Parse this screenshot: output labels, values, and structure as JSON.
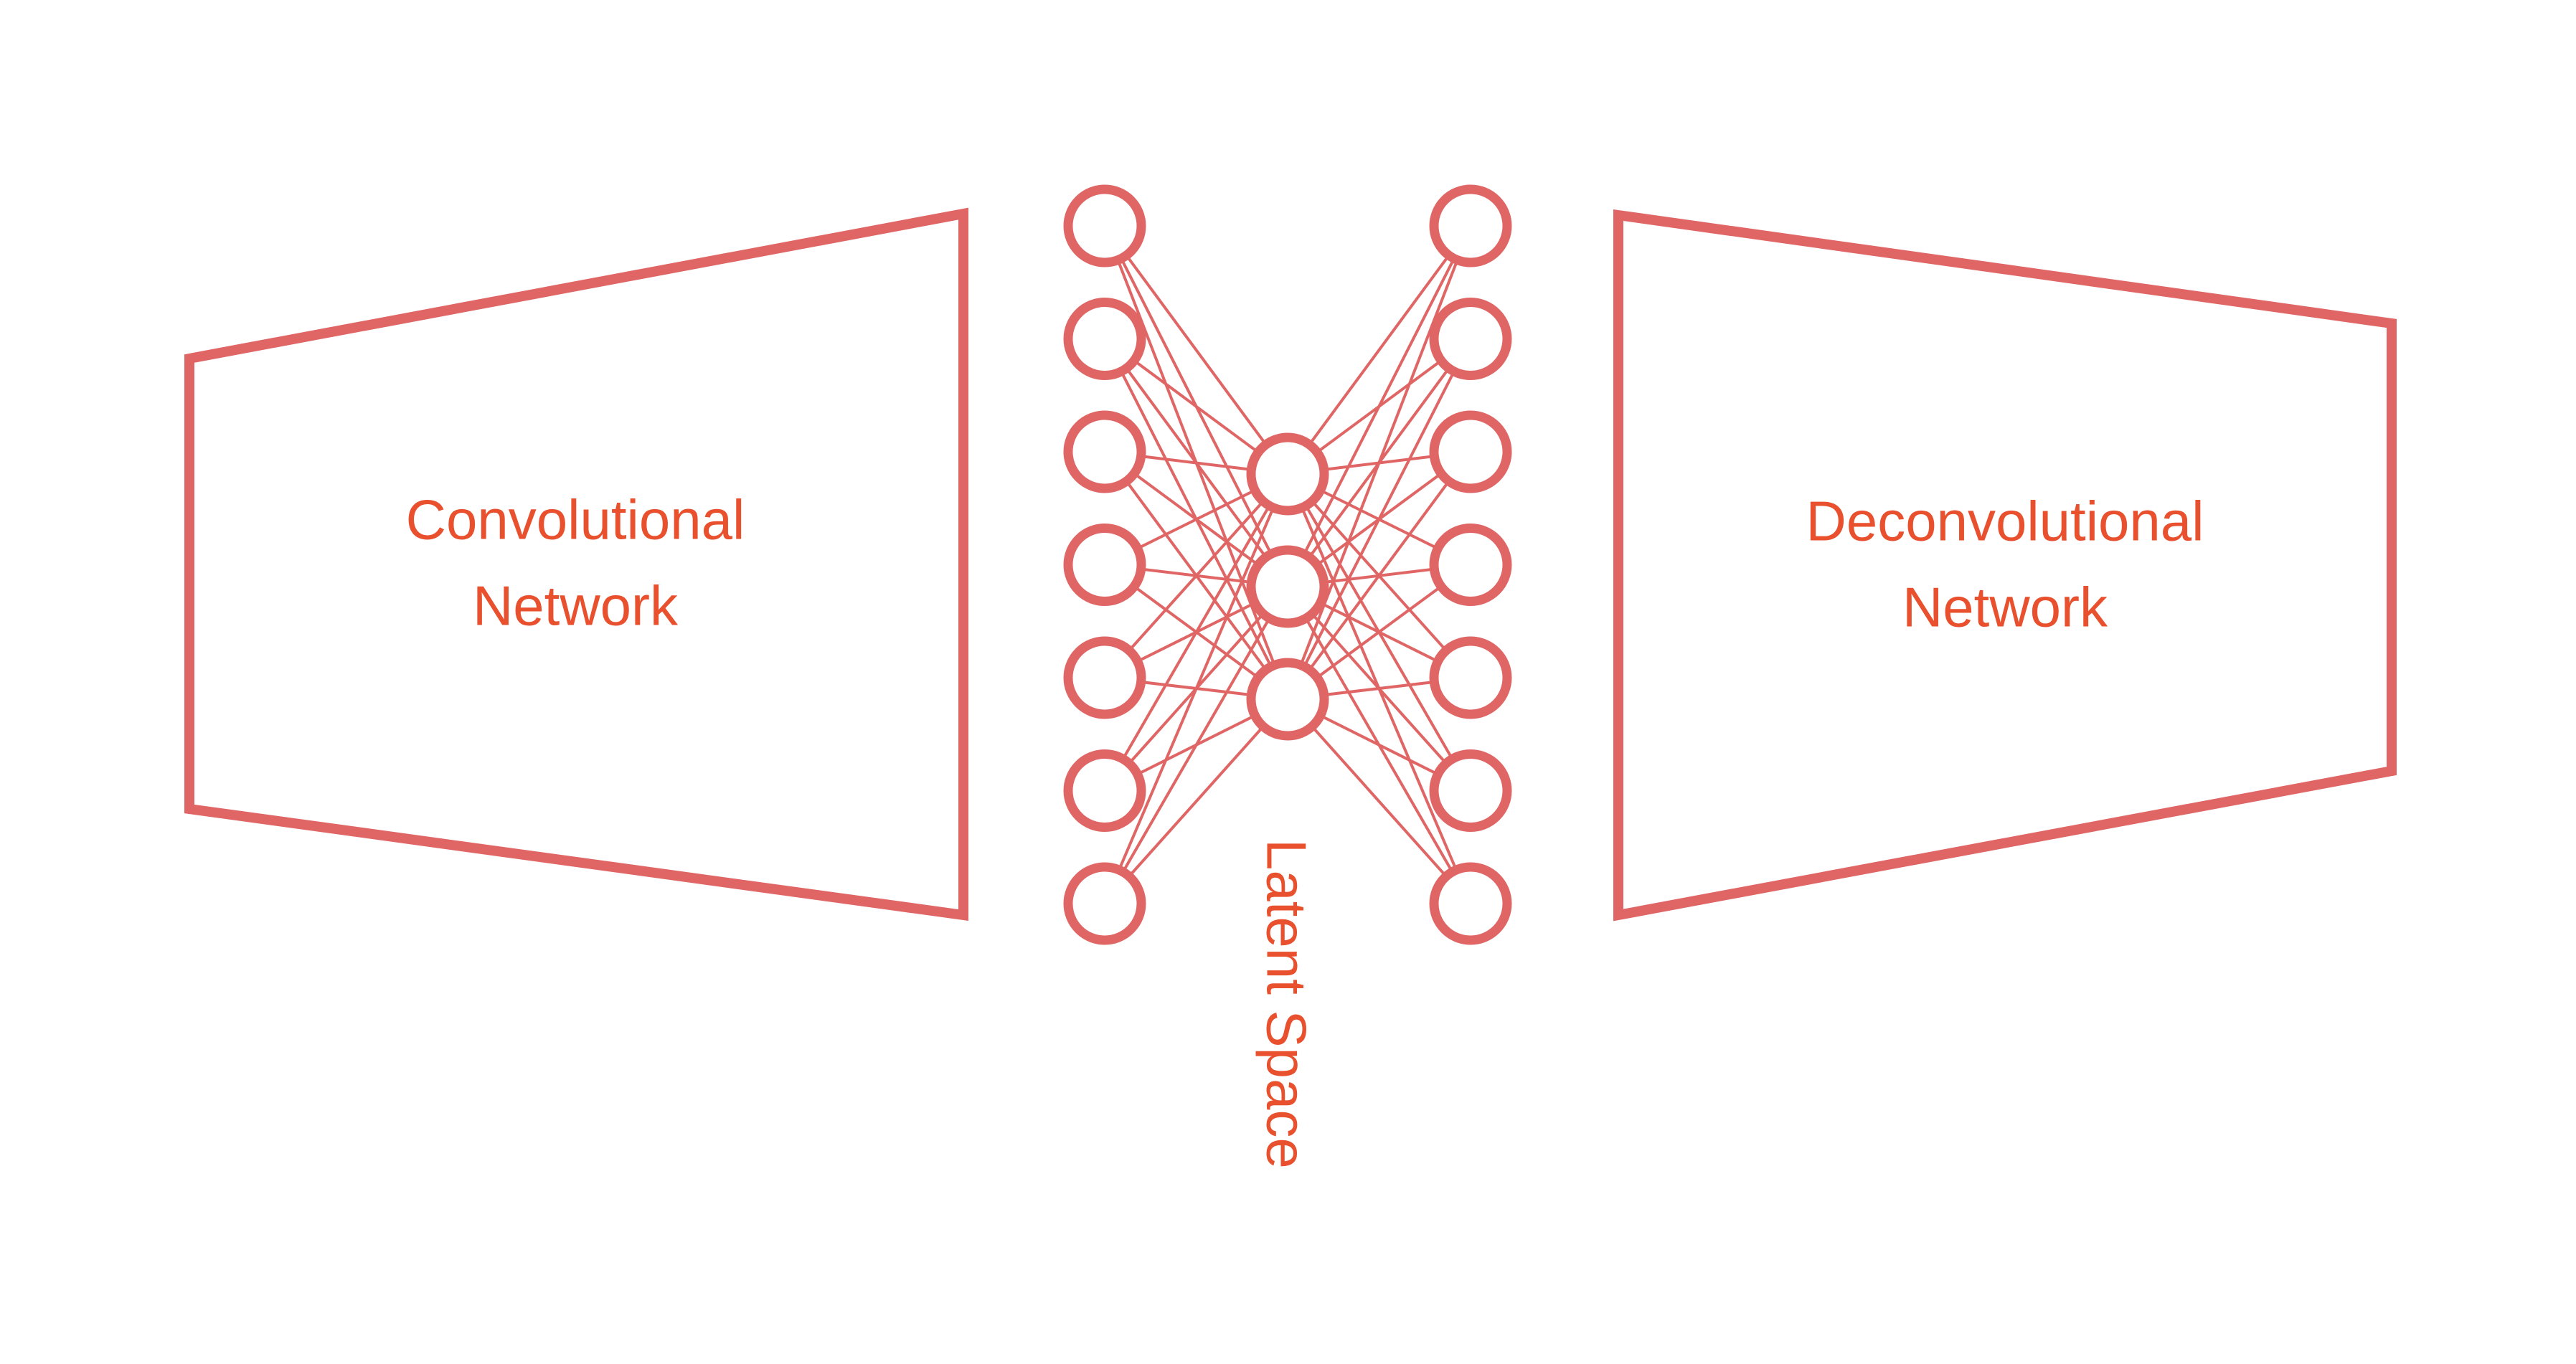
{
  "colors": {
    "stroke": "#e06666",
    "text": "#e8502e",
    "background": "#ffffff"
  },
  "encoder": {
    "label_line1": "Convolutional",
    "label_line2": "Network"
  },
  "decoder": {
    "label_line1": "Deconvolutional",
    "label_line2": "Network"
  },
  "latent": {
    "label": "Latent Space"
  },
  "network": {
    "input_nodes": 7,
    "latent_nodes": 3,
    "output_nodes": 7
  }
}
